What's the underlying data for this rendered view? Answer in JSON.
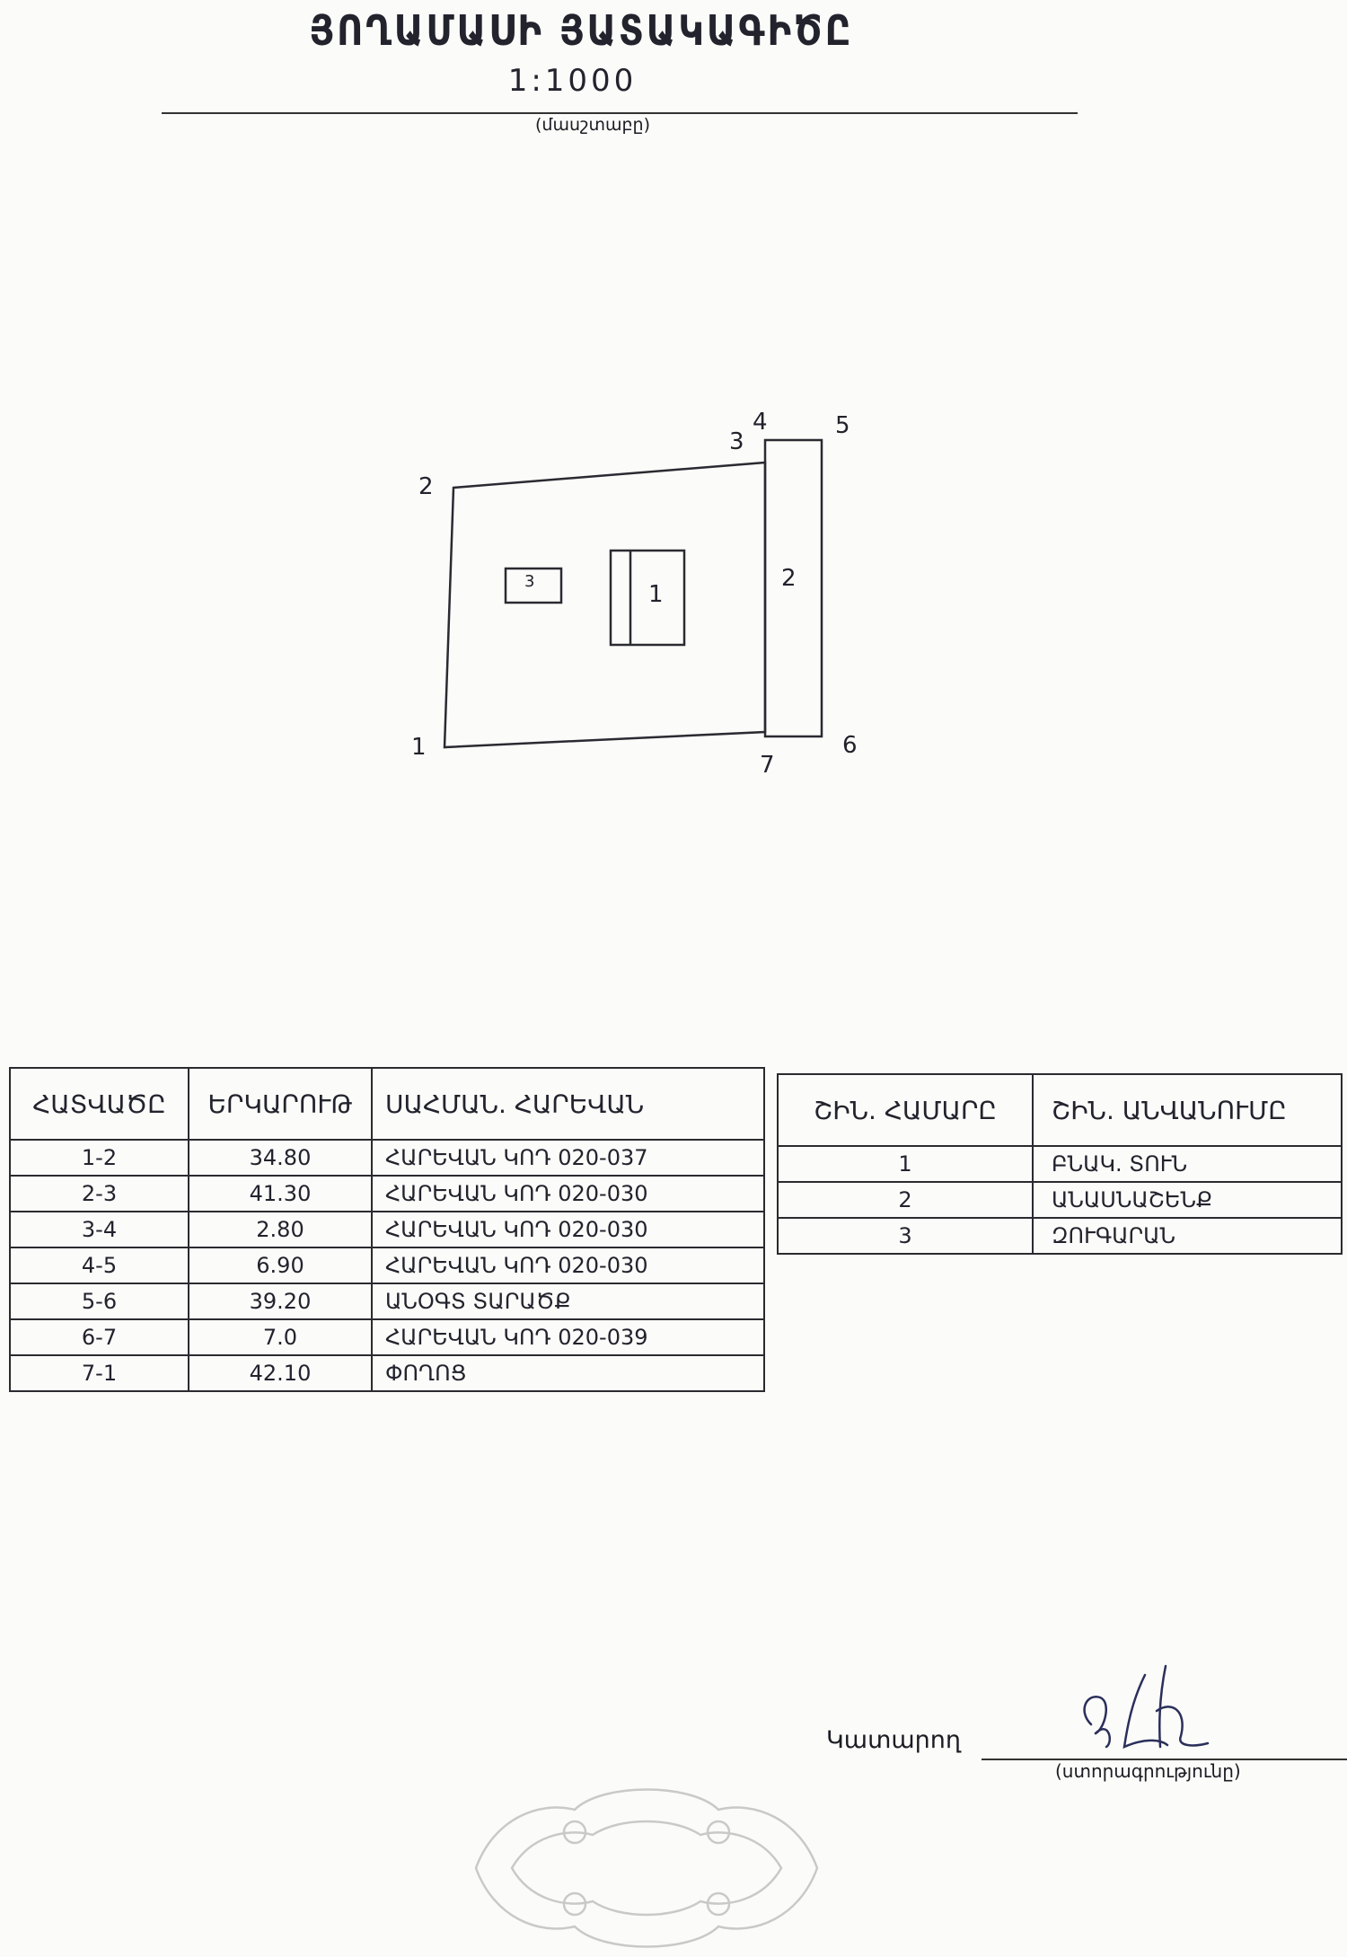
{
  "header": {
    "title": "ՅՈՂԱՄԱՍԻ ՅԱՏԱԿԱԳԻԾԸ",
    "scale": "1:1000",
    "scale_caption": "(մասշտաբը)"
  },
  "plan": {
    "point_labels": [
      "1",
      "2",
      "3",
      "4",
      "5",
      "6",
      "7"
    ],
    "area_labels": [
      "1",
      "2",
      "3"
    ]
  },
  "boundaries_table": {
    "headers": [
      "ՀԱՏՎԱԾԸ",
      "ԵՐԿԱՐՈՒԹ",
      "ՍԱՀՄԱՆ. ՀԱՐԵՎԱՆ"
    ],
    "rows": [
      {
        "segment": "1-2",
        "length": "34.80",
        "neighbor": "ՀԱՐԵՎԱՆ ԿՈԴ 020-037"
      },
      {
        "segment": "2-3",
        "length": "41.30",
        "neighbor": "ՀԱՐԵՎԱՆ ԿՈԴ 020-030"
      },
      {
        "segment": "3-4",
        "length": "2.80",
        "neighbor": "ՀԱՐԵՎԱՆ ԿՈԴ 020-030"
      },
      {
        "segment": "4-5",
        "length": "6.90",
        "neighbor": "ՀԱՐԵՎԱՆ ԿՈԴ 020-030"
      },
      {
        "segment": "5-6",
        "length": "39.20",
        "neighbor": "ԱՆՕԳՏ ՏԱՐԱԾՔ"
      },
      {
        "segment": "6-7",
        "length": "7.0",
        "neighbor": "ՀԱՐԵՎԱՆ ԿՈԴ 020-039"
      },
      {
        "segment": "7-1",
        "length": "42.10",
        "neighbor": "ՓՈՂՈՑ"
      }
    ]
  },
  "buildings_table": {
    "headers": [
      "ՇԻՆ. ՀԱՄԱՐԸ",
      "ՇԻՆ. ԱՆՎԱՆՈՒՄԸ"
    ],
    "rows": [
      {
        "number": "1",
        "name": "ԲՆԱԿ. ՏՈՒՆ"
      },
      {
        "number": "2",
        "name": "ԱՆԱՍՆԱՇԵՆՔ"
      },
      {
        "number": "3",
        "name": "ԶՈՒԳԱՐԱՆ"
      }
    ]
  },
  "footer": {
    "executor_label": "Կատարող",
    "signature_caption": "(ստորագրությունը)"
  }
}
